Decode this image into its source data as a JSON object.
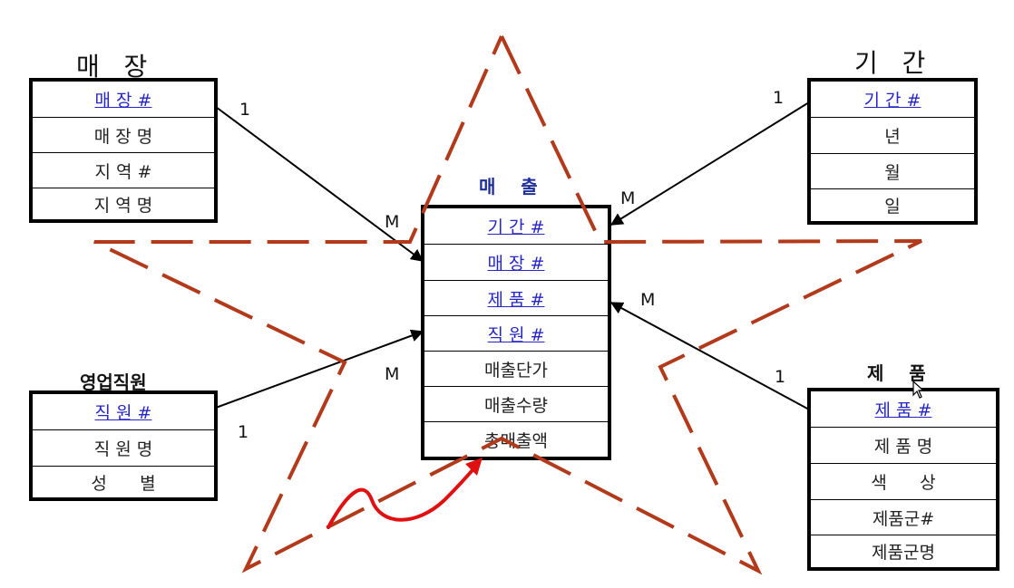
{
  "entities": {
    "store": {
      "title": "매   장",
      "rows": [
        {
          "text": "매 장 #",
          "key": true
        },
        {
          "text": "매 장 명",
          "key": false
        },
        {
          "text": "지 역 #",
          "key": false
        },
        {
          "text": "지 역 명",
          "key": false
        }
      ]
    },
    "period": {
      "title": "기   간",
      "rows": [
        {
          "text": "기 간 #",
          "key": true
        },
        {
          "text": "년",
          "key": false
        },
        {
          "text": "월",
          "key": false
        },
        {
          "text": "일",
          "key": false
        }
      ]
    },
    "sales": {
      "title": "매    출",
      "rows": [
        {
          "text": "기 간 #",
          "key": true
        },
        {
          "text": "매 장 #",
          "key": true
        },
        {
          "text": "제 품 #",
          "key": true
        },
        {
          "text": "직 원 #",
          "key": true
        },
        {
          "text": "매출단가",
          "key": false
        },
        {
          "text": "매출수량",
          "key": false
        },
        {
          "text": "총매출액",
          "key": false
        }
      ]
    },
    "employee": {
      "title": "영업직원",
      "rows": [
        {
          "text": "직 원 #",
          "key": true
        },
        {
          "text": "직 원 명",
          "key": false
        },
        {
          "text": "성      별",
          "key": false
        }
      ]
    },
    "product": {
      "title": "제    품",
      "rows": [
        {
          "text": "제 품 #",
          "key": true
        },
        {
          "text": "제 품 명",
          "key": false
        },
        {
          "text": "색      상",
          "key": false
        },
        {
          "text": "제품군#",
          "key": false
        },
        {
          "text": "제품군명",
          "key": false
        }
      ]
    }
  },
  "cardinalities": {
    "store_one": "1",
    "store_many": "M",
    "period_one": "1",
    "period_many": "M",
    "employee_one": "1",
    "employee_many": "M",
    "product_one": "1",
    "product_many": "M"
  },
  "colors": {
    "star": "#b23a1a",
    "squiggle": "#e01010",
    "key_text": "#2626c8",
    "fact_title": "#1f2f9a"
  }
}
